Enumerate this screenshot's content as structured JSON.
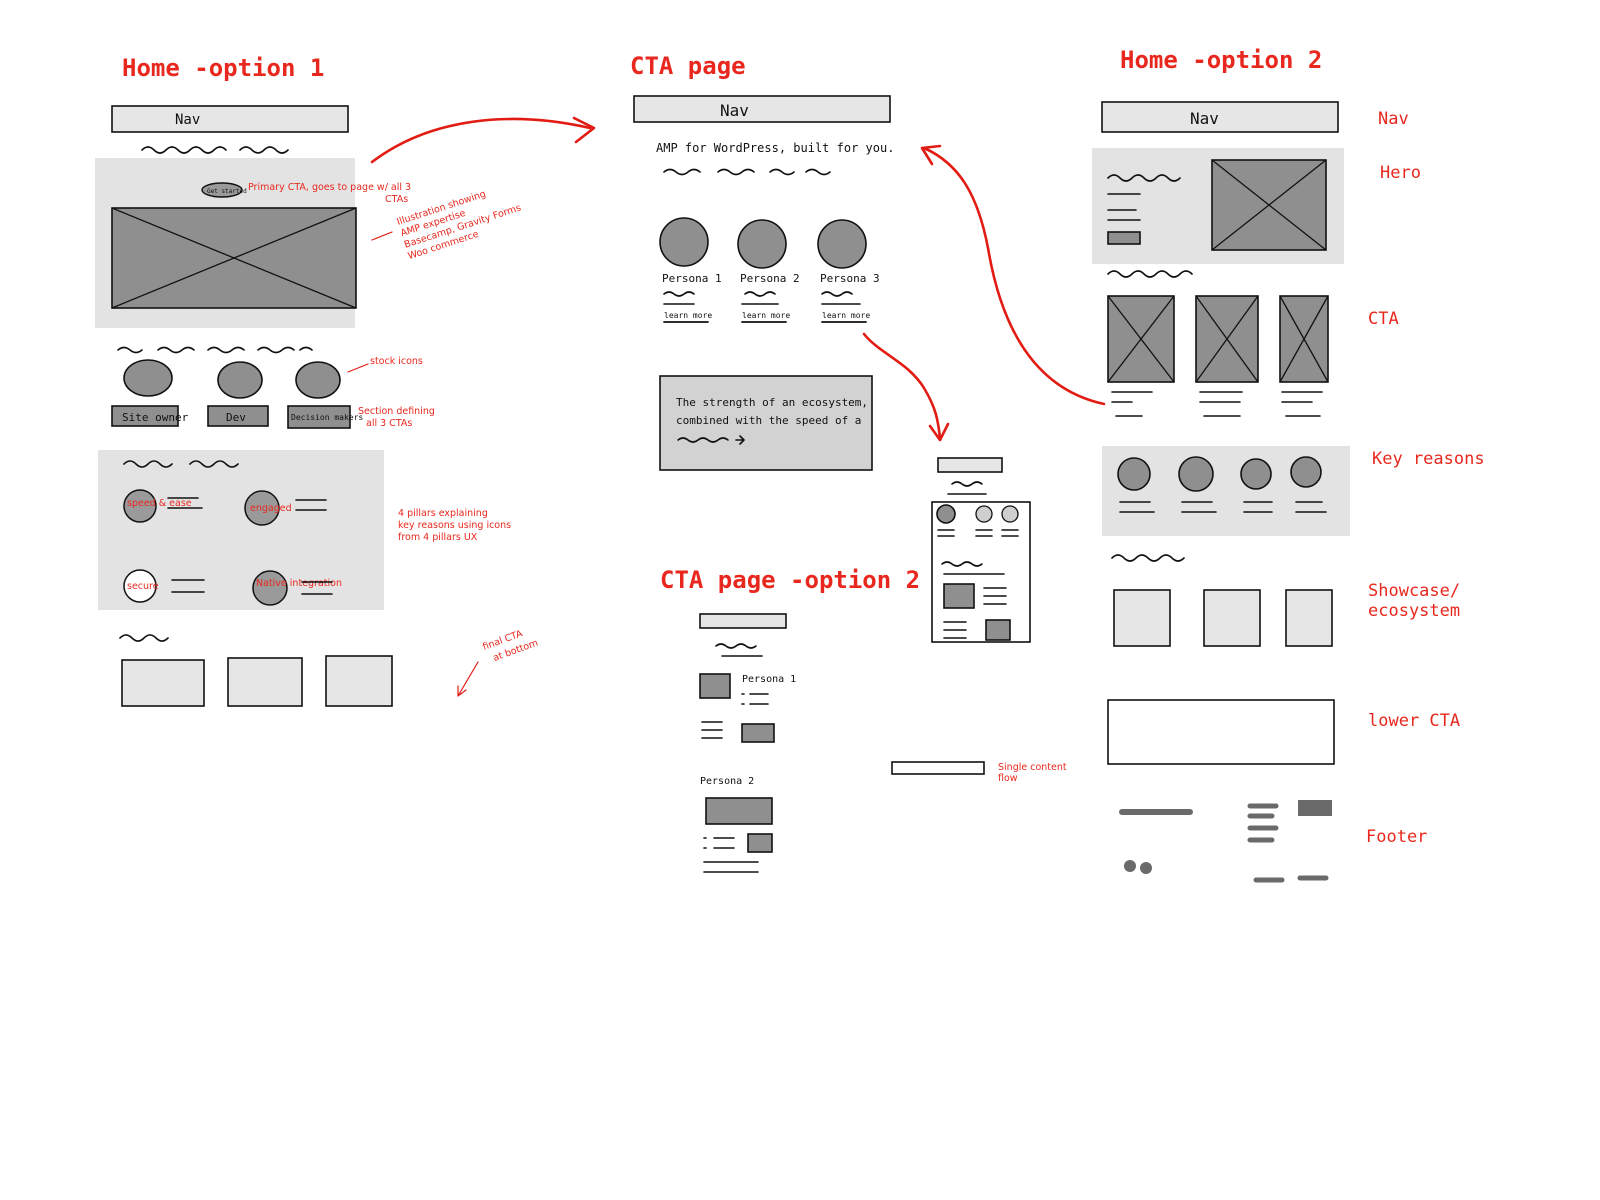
{
  "titles": {
    "home_option1": "Home -option 1",
    "cta_page": "CTA page",
    "home_option2": "Home -option 2",
    "cta_page_option2": "CTA page -option 2"
  },
  "home1": {
    "nav": "Nav",
    "cta_button": "Get started",
    "note_primary_cta": [
      "Primary CTA, goes to page w/ all 3",
      "CTAs"
    ],
    "note_illustration": [
      "Illustration showing",
      "AMP expertise",
      "Basecamp, Gravity Forms",
      "Woo commerce"
    ],
    "note_stock_icons": "stock icons",
    "personas": [
      "Site owner",
      "Dev",
      "Decision makers"
    ],
    "note_section": [
      "Section defining",
      "all 3 CTAs"
    ],
    "pillars": [
      "speed & ease",
      "engaged",
      "secure",
      "Native integration"
    ],
    "note_pillars": [
      "4 pillars explaining",
      "key reasons using icons",
      "from 4 pillars UX"
    ],
    "note_final_cta": [
      "final CTA",
      "at bottom"
    ]
  },
  "cta_page": {
    "nav": "Nav",
    "headline": "AMP for WordPress, built for you.",
    "personas": [
      "Persona 1",
      "Persona 2",
      "Persona 3"
    ],
    "learn_more": "learn more",
    "ecosystem": [
      "The strength of an ecosystem,",
      "combined with the speed of a"
    ]
  },
  "cta_option2": {
    "persona1": "Persona 1",
    "persona2": "Persona 2",
    "note_single_flow": [
      "Single content",
      "flow"
    ]
  },
  "home2": {
    "nav": "Nav",
    "side_labels": [
      "Nav",
      "Hero",
      "CTA",
      "Key reasons",
      "Showcase/",
      "ecosystem",
      "lower CTA",
      "Footer"
    ]
  }
}
